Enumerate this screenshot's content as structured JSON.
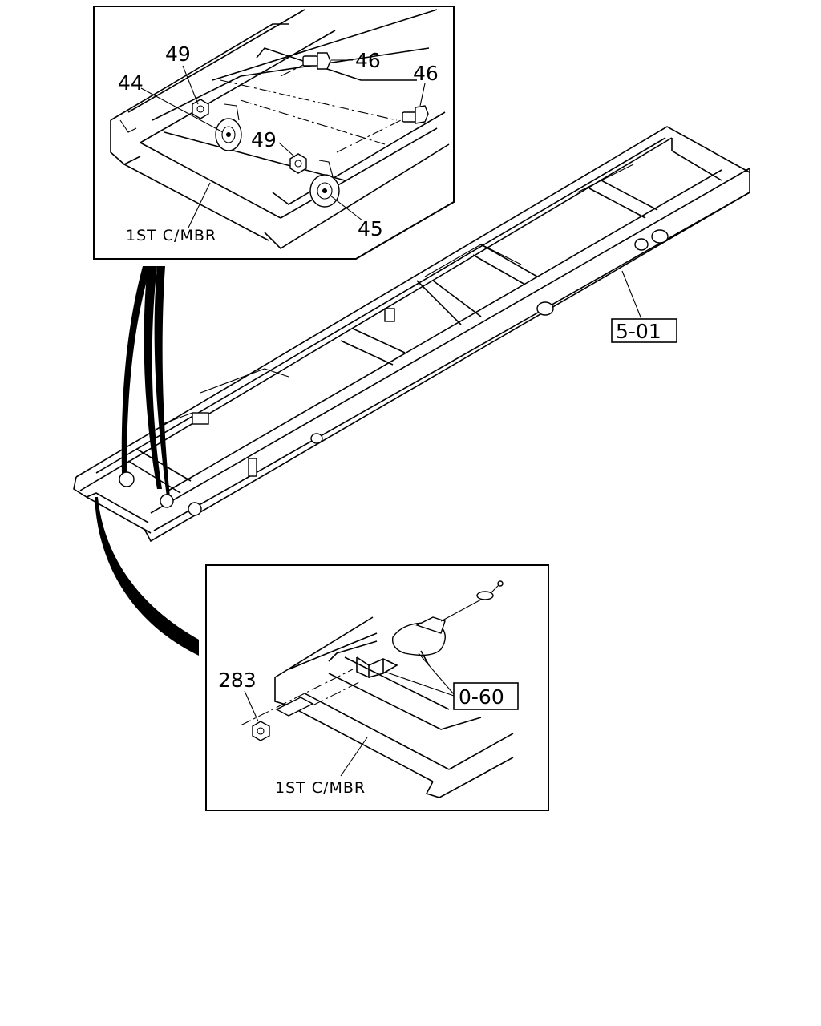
{
  "detail_top": {
    "callouts": {
      "c49a": "49",
      "c46a": "46",
      "c46b": "46",
      "c44": "44",
      "c49b": "49",
      "c45": "45"
    },
    "member_label": "1ST C/MBR"
  },
  "main_frame": {
    "ref_box": "5-01"
  },
  "detail_bottom": {
    "callouts": {
      "c283": "283"
    },
    "ref_box": "0-60",
    "member_label": "1ST C/MBR"
  }
}
